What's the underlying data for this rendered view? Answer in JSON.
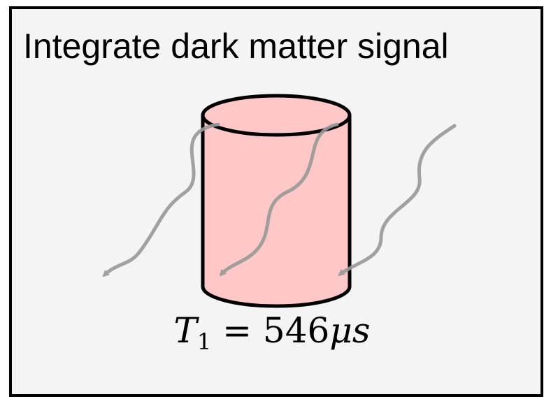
{
  "title": "Integrate dark matter signal",
  "equation": {
    "symbol": "T",
    "subscript": "1",
    "operator": " = ",
    "value": "546",
    "unit": "μs"
  },
  "colors": {
    "panel_fill": "#f4f4f4",
    "panel_border": "#000000",
    "cylinder_fill": "#ffc8c8",
    "cylinder_stroke": "#000000",
    "wave_stroke": "#999999"
  },
  "icons": [
    "cylinder-detector-icon",
    "wavy-arrow-icon"
  ]
}
